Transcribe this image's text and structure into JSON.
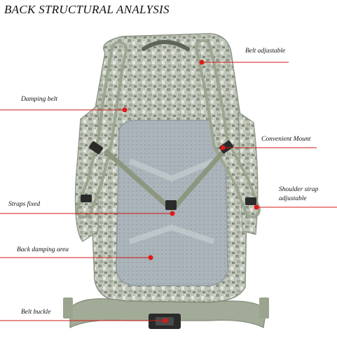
{
  "title": "BACK STRUCTURAL ANALYSIS",
  "colors": {
    "callout_line": "#d01818",
    "callout_dot": "#e01a1a",
    "camo_base": "#b9bfb2",
    "mesh": "#a9b3b8",
    "strap": "#9aa48e"
  },
  "callouts": {
    "belt_adjustable": "Belt adjustable",
    "damping_belt": "Damping belt",
    "convenient_mount": "Convenient Mount",
    "shoulder_strap_1": "Shoulder strap",
    "shoulder_strap_2": "adjustable",
    "straps_fixed": "Straps fixed",
    "back_damping_area": "Back damping area",
    "belt_buckle": "Belt buckle"
  },
  "icons": [
    "backpack-illustration"
  ]
}
